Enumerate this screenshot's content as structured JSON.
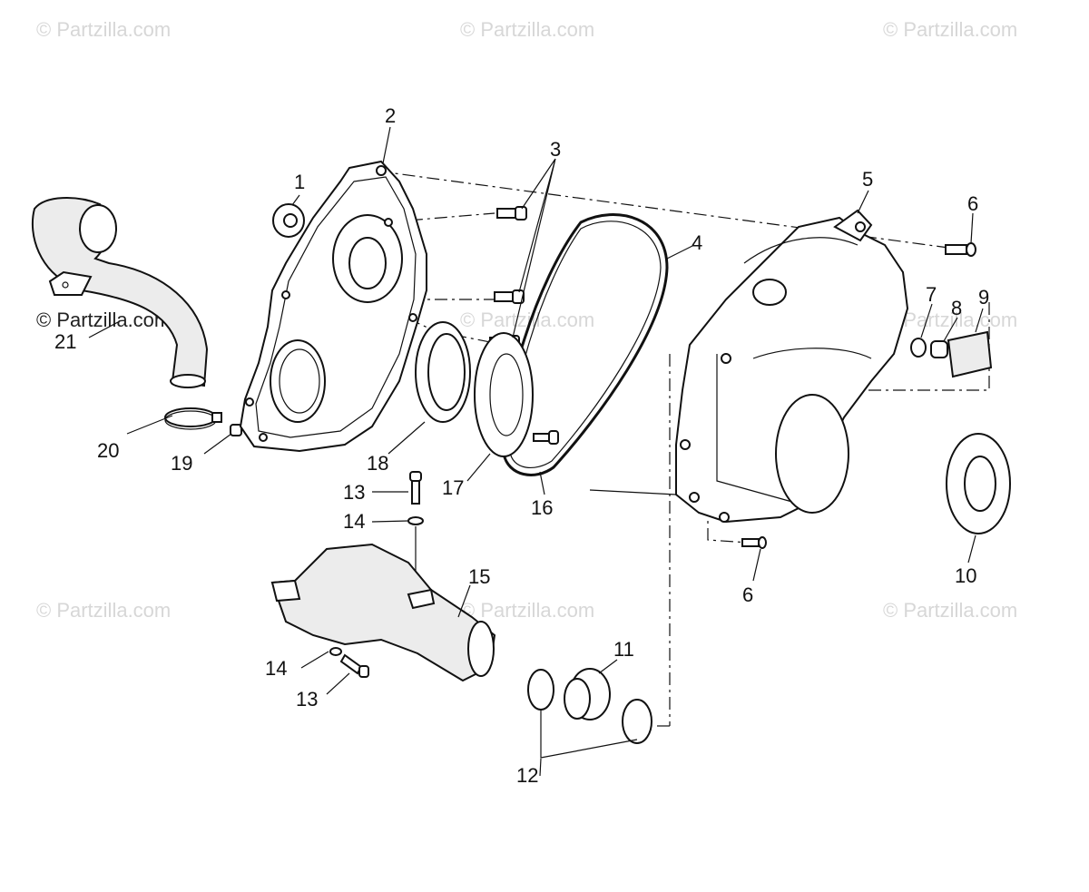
{
  "watermarks": [
    "© Partzilla.com",
    "© Partzilla.com",
    "© Partzilla.com",
    "© Partzilla.com",
    "© Partzilla.com",
    "© Partzilla.com",
    "© Partzilla.com",
    "© Partzilla.com",
    "© Partzilla.com"
  ],
  "callouts": {
    "c1": "1",
    "c2": "2",
    "c3": "3",
    "c4": "4",
    "c5": "5",
    "c6a": "6",
    "c6b": "6",
    "c7": "7",
    "c8": "8",
    "c9": "9",
    "c10": "10",
    "c11": "11",
    "c12": "12",
    "c13a": "13",
    "c13b": "13",
    "c14a": "14",
    "c14b": "14",
    "c15": "15",
    "c16": "16",
    "c17": "17",
    "c18": "18",
    "c19": "19",
    "c20": "20",
    "c21": "21"
  }
}
